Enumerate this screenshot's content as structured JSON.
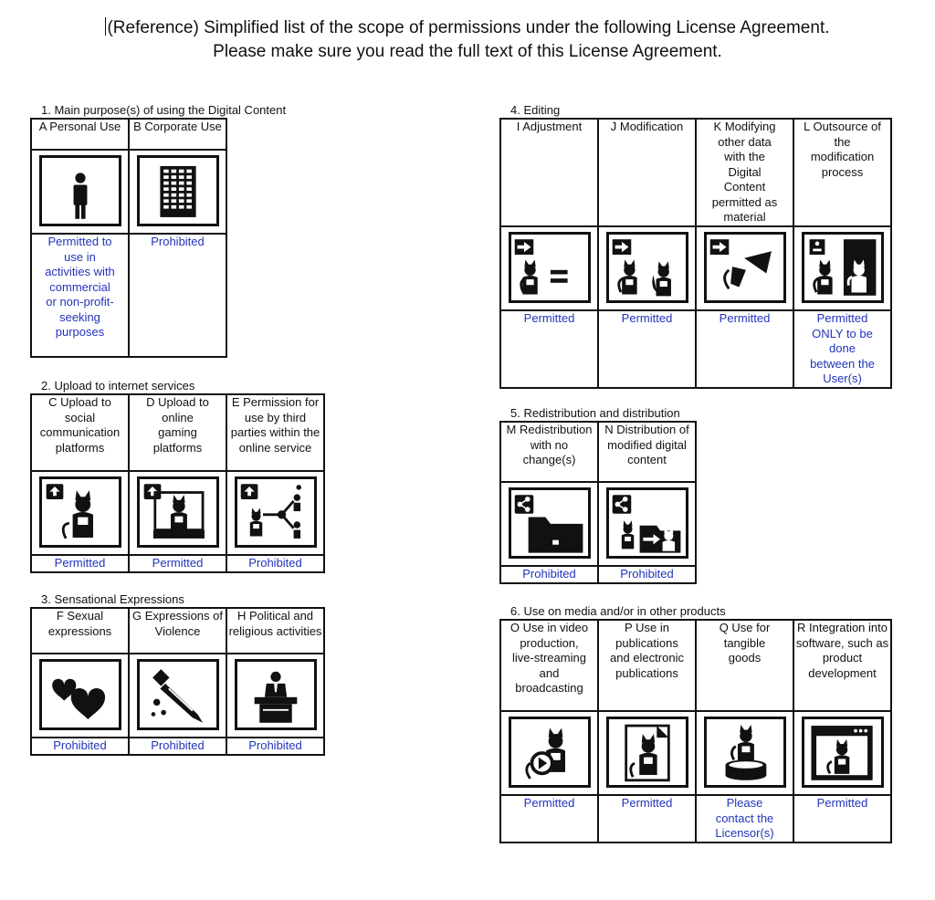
{
  "header": {
    "line1": "(Reference) Simplified list of the scope of permissions under the following License Agreement.",
    "line2": "Please make sure you read the full text of this License Agreement."
  },
  "sections": {
    "s1": {
      "title": "1. Main purpose(s) of using the Digital Content",
      "items": [
        {
          "label": "A Personal Use",
          "icon": "person-icon",
          "status": "Permitted to use in activities with commercial or non-profit-seeking purposes"
        },
        {
          "label": "B Corporate Use",
          "icon": "office-building-icon",
          "status": "Prohibited"
        }
      ]
    },
    "s2": {
      "title": "2. Upload to internet services",
      "items": [
        {
          "label": "C Upload to social communication platforms",
          "icon": "upload-character-icon",
          "status": "Permitted"
        },
        {
          "label": "D Upload to online gaming platforms",
          "icon": "upload-game-screen-icon",
          "status": "Permitted"
        },
        {
          "label": "E Permission for use by third parties within the online service",
          "icon": "share-third-parties-icon",
          "status": "Prohibited"
        }
      ]
    },
    "s3": {
      "title": "3. Sensational Expressions",
      "items": [
        {
          "label": "F Sexual expressions",
          "icon": "hearts-icon",
          "status": "Prohibited"
        },
        {
          "label": "G Expressions of Violence",
          "icon": "bloody-knife-icon",
          "status": "Prohibited"
        },
        {
          "label": "H Political and religious activities",
          "icon": "podium-speaker-icon",
          "status": "Prohibited"
        }
      ]
    },
    "s4": {
      "title": "4. Editing",
      "items": [
        {
          "label": "I Adjustment",
          "icon": "adjustment-icon",
          "status": "Permitted"
        },
        {
          "label": "J Modification",
          "icon": "modification-icon",
          "status": "Permitted"
        },
        {
          "label": "K Modifying other data with the Digital Content permitted as material",
          "icon": "material-use-icon",
          "status": "Permitted"
        },
        {
          "label": "L Outsource of the modification process",
          "icon": "outsource-icon",
          "status": "Permitted ONLY to be done between the User(s)"
        }
      ]
    },
    "s5": {
      "title": "5. Redistribution and distribution",
      "items": [
        {
          "label": "M Redistribution with no change(s)",
          "icon": "redistribute-folder-icon",
          "status": "Prohibited"
        },
        {
          "label": "N Distribution of modified digital content",
          "icon": "distribute-modified-icon",
          "status": "Prohibited"
        }
      ]
    },
    "s6": {
      "title": "6. Use on media and/or in other products",
      "items": [
        {
          "label": "O Use in video production, live-streaming and broadcasting",
          "icon": "video-play-icon",
          "status": "Permitted"
        },
        {
          "label": "P Use in publications and electronic publications",
          "icon": "publication-icon",
          "status": "Permitted"
        },
        {
          "label": "Q Use for tangible goods",
          "icon": "figure-goods-icon",
          "status": "Please contact the Licensor(s)"
        },
        {
          "label": "R Integration into software, such as product development",
          "icon": "software-window-icon",
          "status": "Permitted"
        }
      ]
    }
  }
}
